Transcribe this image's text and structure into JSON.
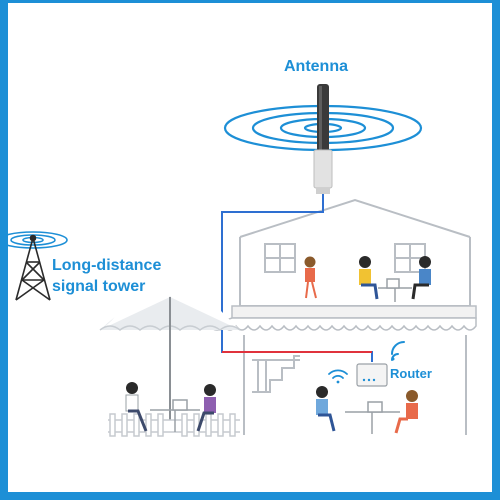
{
  "labels": {
    "antenna": "Antenna",
    "tower_line1": "Long-distance",
    "tower_line2": "signal tower",
    "router": "Router"
  },
  "colors": {
    "accent_blue": "#1d8fd6",
    "cable_blue": "#2e6fd1",
    "cable_red": "#e0323c",
    "structure_gray": "#b9bec4",
    "dark": "#333333"
  },
  "icons": {
    "antenna": "antenna-icon",
    "tower": "signal-tower-icon",
    "router": "router-icon",
    "wifi": "wifi-icon",
    "umbrella": "umbrella-icon"
  }
}
